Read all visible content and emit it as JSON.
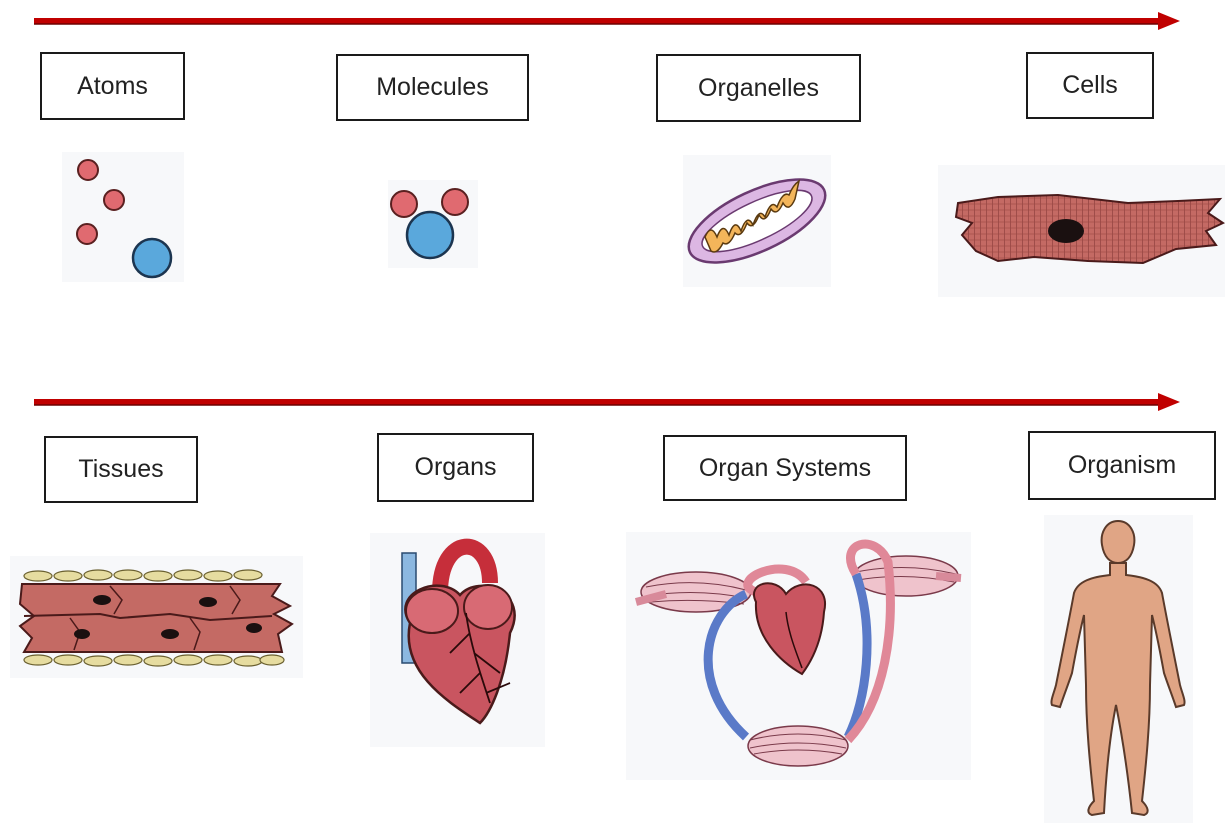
{
  "rows": [
    {
      "levels": [
        {
          "label": "Atoms",
          "icon": "atoms-icon"
        },
        {
          "label": "Molecules",
          "icon": "molecule-icon"
        },
        {
          "label": "Organelles",
          "icon": "mitochondrion-icon"
        },
        {
          "label": "Cells",
          "icon": "muscle-cell-icon"
        }
      ]
    },
    {
      "levels": [
        {
          "label": "Tissues",
          "icon": "muscle-tissue-icon"
        },
        {
          "label": "Organs",
          "icon": "heart-icon"
        },
        {
          "label": "Organ Systems",
          "icon": "circulatory-system-icon"
        },
        {
          "label": "Organism",
          "icon": "human-body-icon"
        }
      ]
    }
  ],
  "colors": {
    "arrow": "#c00000",
    "atom_red": "#e06a70",
    "atom_blue": "#5aa8dc",
    "muscle": "#c46a64",
    "heart": "#c95560",
    "skin": "#e0a585"
  }
}
